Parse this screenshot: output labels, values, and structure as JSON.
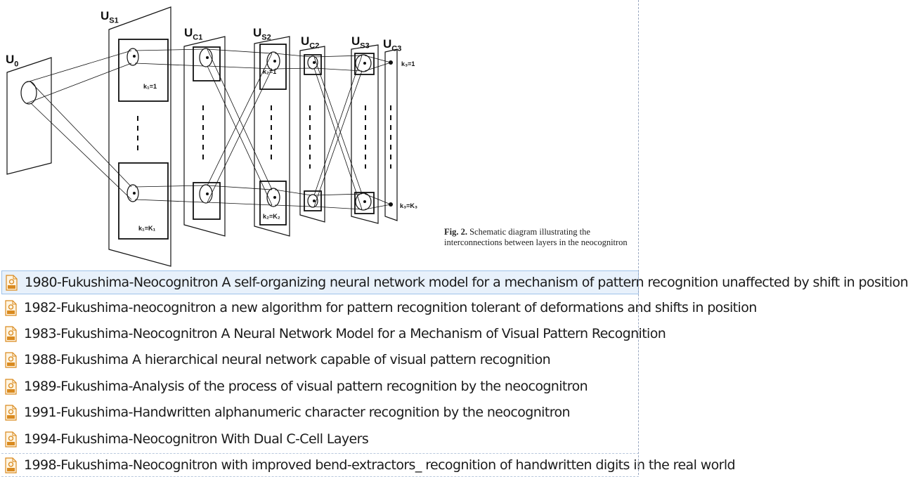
{
  "diagram": {
    "layers": [
      {
        "base": "U",
        "sub": "0"
      },
      {
        "base": "U",
        "sub": "S1"
      },
      {
        "base": "U",
        "sub": "C1"
      },
      {
        "base": "U",
        "sub": "S2"
      },
      {
        "base": "U",
        "sub": "C2"
      },
      {
        "base": "U",
        "sub": "S3"
      },
      {
        "base": "U",
        "sub": "C3"
      }
    ],
    "k_labels": {
      "k1_top": "k₁=1",
      "k1_bottom": "k₁=K₁",
      "k2_top": "k₂=1",
      "k2_bottom": "k₂=K₂",
      "k3_top": "k₃=1",
      "k3_bottom": "k₃=K₃"
    },
    "caption_label": "Fig. 2.",
    "caption_text": "Schematic diagram illustrating the interconnections between layers in the neocognitron"
  },
  "files": [
    {
      "name": "1980-Fukushima-Neocognitron A self-organizing neural network model for a mechanism of pattern recognition unaffected by shift in position",
      "icon": "pdf-file-icon",
      "state": "selected"
    },
    {
      "name": "1982-Fukushima-neocognitron a new algorithm for pattern recognition tolerant of deformations and shifts in position",
      "icon": "pdf-file-icon",
      "state": "normal"
    },
    {
      "name": "1983-Fukushima-Neocognitron A Neural Network Model for a Mechanism of Visual Pattern Recognition",
      "icon": "pdf-file-icon",
      "state": "normal"
    },
    {
      "name": "1988-Fukushima A hierarchical neural network capable of visual pattern recognition",
      "icon": "pdf-file-icon",
      "state": "normal"
    },
    {
      "name": "1989-Fukushima-Analysis of the process of visual pattern recognition by the neocognitron",
      "icon": "pdf-file-icon",
      "state": "normal"
    },
    {
      "name": "1991-Fukushima-Handwritten alphanumeric character recognition by the neocognitron",
      "icon": "pdf-file-icon",
      "state": "normal"
    },
    {
      "name": "1994-Fukushima-Neocognitron With Dual C-Cell Layers",
      "icon": "pdf-file-icon",
      "state": "normal"
    },
    {
      "name": "1998-Fukushima-Neocognitron with improved bend-extractors_ recognition of handwritten digits in the real world",
      "icon": "pdf-file-icon",
      "state": "hover"
    }
  ],
  "colors": {
    "selection_bg": "#e8f1fb",
    "selection_border": "#9fc3ea",
    "pdf_icon": "#d98a1f"
  }
}
